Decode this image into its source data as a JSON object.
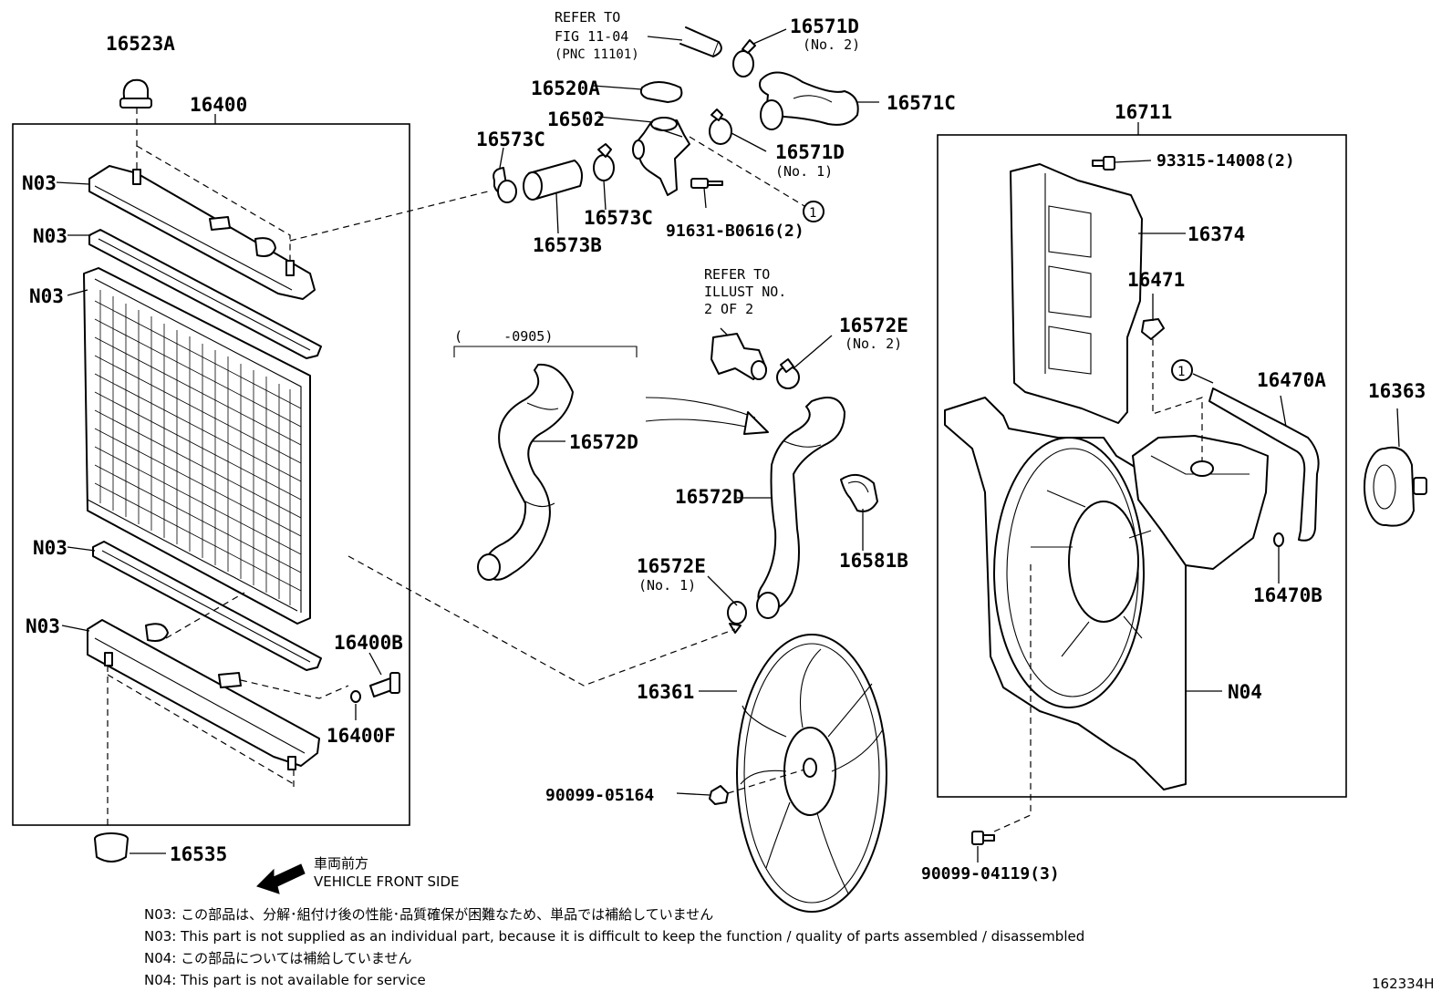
{
  "labels": {
    "p16523A": "16523A",
    "p16400": "16400",
    "n03_1": "N03",
    "n03_2": "N03",
    "n03_3": "N03",
    "n03_4": "N03",
    "n03_5": "N03",
    "p16400B": "16400B",
    "p16400F": "16400F",
    "p16535": "16535",
    "p16520A": "16520A",
    "p16502": "16502",
    "p16573C_a": "16573C",
    "p16573C_b": "16573C",
    "p16573B": "16573B",
    "p91631": "91631-B0616(2)",
    "p16571D_2": "16571D",
    "p16571D_2_sub": "(No. 2)",
    "p16571C": "16571C",
    "p16571D_1": "16571D",
    "p16571D_1_sub": "(No. 1)",
    "circle1_a": "1",
    "refer_fig_1": "REFER TO",
    "refer_fig_2": "FIG 11-04",
    "refer_fig_3": "(PNC 11101)",
    "refer_ill_1": "REFER TO",
    "refer_ill_2": "ILLUST NO.",
    "refer_ill_3": "2 OF 2",
    "p16572E_2": "16572E",
    "p16572E_2_sub": "(No. 2)",
    "range": "(     -0905)",
    "p16572D_a": "16572D",
    "p16572D_b": "16572D",
    "p16581B": "16581B",
    "p16572E_1": "16572E",
    "p16572E_1_sub": "(No. 1)",
    "p16361": "16361",
    "p90099_05164": "90099-05164",
    "p16711": "16711",
    "p93315": "93315-14008(2)",
    "p16374": "16374",
    "p16471": "16471",
    "circle1_b": "1",
    "p16470A": "16470A",
    "p16363": "16363",
    "p16470B": "16470B",
    "n04": "N04",
    "p90099_04119": "90099-04119(3)",
    "front_jp": "車両前方",
    "front_en": "VEHICLE FRONT SIDE"
  },
  "notes": [
    "N03: この部品は、分解･組付け後の性能･品質確保が困難なため、単品では補給していません",
    "N03: This part is not supplied as an individual part, because it is difficult to keep the function / quality of parts assembled / disassembled",
    "N04: この部品については補給していません",
    "N04: This part is not available for service"
  ],
  "figure_id": "162334H"
}
